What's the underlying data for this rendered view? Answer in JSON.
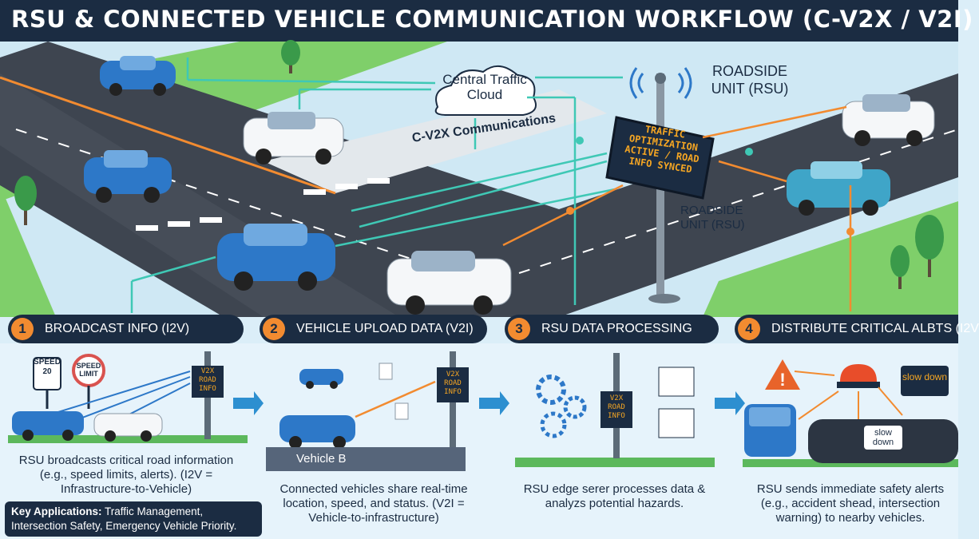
{
  "header": {
    "title": "RSU & CONNECTED VEHICLE COMMUNICATION WORKFLOW (C-V2X / V2I)"
  },
  "scene": {
    "cloud_label": "Central Traffic Cloud",
    "rsu_label_top": "ROADSIDE UNIT (RSU)",
    "rsu_label_mid": "ROADSIDE UNIT (RSU)",
    "cv2x_label": "C-V2X Communications",
    "sign_text": "TRAFFIC OPTIMIZATION ACTIVE / ROAD INFO SYNCED"
  },
  "steps": [
    {
      "num": "1",
      "label": "BROADCAST INFO (I2V)",
      "desc": "RSU broadcasts critical road information (e.g., speed limits, alerts). (I2V = Infrastructure-to-Vehicle)"
    },
    {
      "num": "2",
      "label": "VEHICLE UPLOAD DATA (V2I)",
      "desc": "Connected vehicles share real-time location, speed, and status. (V2I = Vehicle-to-infrastructure)"
    },
    {
      "num": "3",
      "label": "RSU DATA PROCESSING",
      "desc": "RSU edge serer processes data & analyzs potential hazards."
    },
    {
      "num": "4",
      "label": "DISTRIBUTE CRITICAL ALBTS (I2V",
      "desc": "RSU sends immediate safety alerts (e.g., accident shead, intersection warning) to nearby vehicles."
    }
  ],
  "key_applications": {
    "heading": "Key Applications:",
    "text": "Traffic Management, Intersection Safety, Emergency Vehicle Priority."
  },
  "panel1": {
    "speed_sign": "SPEED 20",
    "limit_sign": "SPEED LIMIT",
    "rsu_sign": "V2X ROAD INFO"
  },
  "panel2": {
    "rsu_sign": "V2X ROAD INFO",
    "vehicle_label": "Vehicle B"
  },
  "panel3": {
    "rsu_sign": "V2X ROAD INFO"
  },
  "panel4": {
    "alert_sign": "slow down",
    "dash_sign": "slow down"
  },
  "colors": {
    "navy": "#1b2c42",
    "orange": "#f28b30",
    "blue_car": "#2d78c8",
    "road": "#3e4550",
    "grass": "#5cb85c",
    "teal": "#3fc8b5"
  }
}
